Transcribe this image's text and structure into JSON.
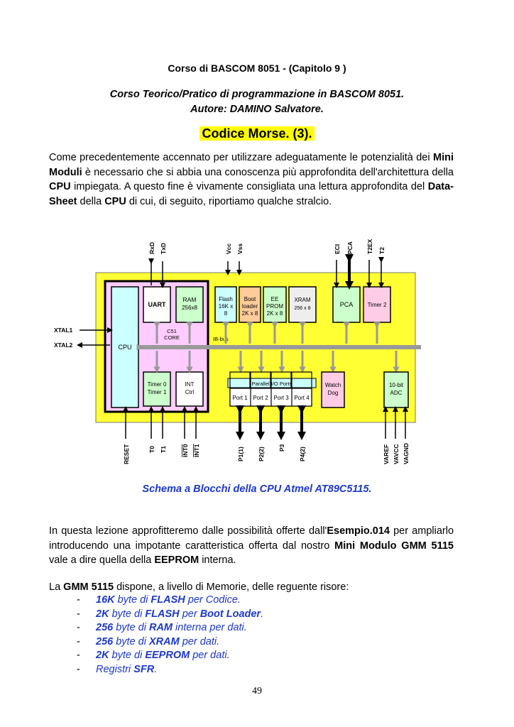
{
  "header": {
    "course_line": "Corso  di  BASCOM  8051   -  (Capitolo   9 )",
    "subtitle_line": "Corso  Teorico/Pratico    di  programmazione   in  BASCOM  8051.",
    "author_line": "Autore:  DAMINO  Salvatore.",
    "section_title": "Codice  Morse.  (3)."
  },
  "intro": {
    "t1": "Come  precedentemente  accennato  per  utilizzare  adeguatamente  le  potenzialità  dei ",
    "b1": "Mini  Moduli",
    "t2": "  è  necessario che si abbia una conoscenza  più  approfondita  dell'architettura  della  ",
    "b2": "CPU",
    "t3": " impiegata.   A  questo fine è vivamente consigliata una lettura approfondita del ",
    "b3": "Data-Sheet",
    "t4": "   della ",
    "b4": "CPU",
    "t5": " di cui, di seguito, riportiamo qualche stralcio."
  },
  "diagram": {
    "top_pins": [
      "RxD",
      "TxD",
      "Vcc",
      "Vss",
      "ECI",
      "PCA",
      "T2EX",
      "T2"
    ],
    "bottom_pins": [
      "RESET",
      "T0",
      "T1",
      "INT0",
      "INT1",
      "P1(1)",
      "P2(2)",
      "P3",
      "P4(2)",
      "VAREF",
      "VAVCC",
      "VAGND"
    ],
    "left_pins": [
      "XTAL1",
      "XTAL2"
    ],
    "blocks": {
      "cpu": "CPU",
      "uart": "UART",
      "ram_1": "RAM",
      "ram_2": "256x8",
      "c51_1": "C51",
      "c51_2": "CORE",
      "ibbus": "IB-bus",
      "timer01_1": "Timer 0",
      "timer01_2": "Timer 1",
      "int_1": "INT",
      "int_2": "Ctrl",
      "flash_1": "Flash",
      "flash_2": "16K x",
      "flash_3": "8",
      "boot_1": "Boot",
      "boot_2": "loader",
      "boot_3": "2K x 8",
      "ee_1": "EE",
      "ee_2": "PROM",
      "ee_3": "2K x 8",
      "xram_1": "XRAM",
      "xram_2": "256 x 8",
      "pca": "PCA",
      "timer2": "Timer 2",
      "parallel": "Parallel I/O Ports",
      "port1": "Port 1",
      "port2": "Port 2",
      "port3": "Port 3",
      "port4": "Port 4",
      "watch_1": "Watch",
      "watch_2": "Dog",
      "adc_1": "10-bit",
      "adc_2": "ADC"
    },
    "colors": {
      "chip": "#ffff33",
      "core": "#ffccff",
      "cpu": "#ccffff",
      "green": "#ccffcc",
      "boot": "#ffcc99",
      "pink": "#ffcce6",
      "grey": "#eeeeee",
      "bus": "#999999"
    }
  },
  "caption": "Schema  a  Blocchi  della  CPU  Atmel   AT89C5115.",
  "lesson": {
    "t1": "In  questa  lezione  approfitteremo  dalle  possibilità  offerte  dall'",
    "b1": "Esempio.014",
    "t2": "   per ampliarlo  introducendo  una  impotante  caratteristica  offerta  dal  nostro  ",
    "b2": "Mini Modulo  GMM  5115",
    "t3": "  vale a dire quella della ",
    "b3": "EEPROM",
    "t4": "  interna."
  },
  "resources": {
    "t1": "La ",
    "b1": "GMM  5115",
    "t2": "  dispone, a livello di Memorie, delle reguente  risore:"
  },
  "memory_list": [
    {
      "bold": "16K",
      "text": "  byte  di  ",
      "bold2": "FLASH",
      "text2": "  per  Codice."
    },
    {
      "bold": "2K",
      "text": "  byte  di  ",
      "bold2": "FLASH",
      "text2": "  per  ",
      "bold3": "Boot  Loader",
      "text3": "."
    },
    {
      "bold": "256",
      "text": "  byte  di  ",
      "bold2": "RAM",
      "text2": "  interna  per  dati."
    },
    {
      "bold": "256",
      "text": "  byte  di  ",
      "bold2": "XRAM",
      "text2": "  per  dati."
    },
    {
      "bold": "2K",
      "text": "  byte  di  ",
      "bold2": "EEPROM",
      "text2": "  per  dati."
    },
    {
      "text": "Registri  ",
      "bold2": "SFR",
      "text2": "."
    }
  ],
  "list_dash": "-",
  "page_number": "49"
}
